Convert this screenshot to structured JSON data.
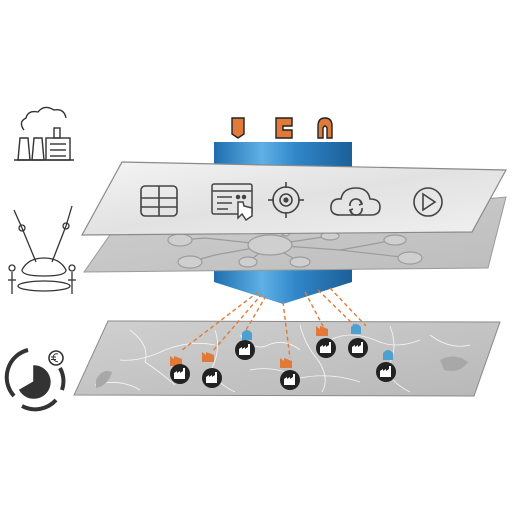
{
  "colors": {
    "accent_orange": "#e07a3a",
    "accent_blue": "#4da0d0",
    "pipe_blue": "#2f86c8",
    "panel_gray": "#d9d9d9",
    "map_gray": "#c4c4c4",
    "dark": "#222222"
  },
  "side_icons": [
    {
      "name": "factory-icon"
    },
    {
      "name": "robotic-assembly-icon"
    },
    {
      "name": "pie-chart-finance-icon"
    }
  ],
  "top_parts": [
    {
      "name": "machined-part-1-icon"
    },
    {
      "name": "machined-part-2-icon"
    },
    {
      "name": "machined-part-3-icon"
    }
  ],
  "platform_icons": [
    {
      "name": "dashboard-grid-icon"
    },
    {
      "name": "touch-interface-icon"
    },
    {
      "name": "target-icon"
    },
    {
      "name": "cloud-sync-icon"
    },
    {
      "name": "play-icon"
    }
  ],
  "network_layer": {
    "name": "network-graph-icon"
  },
  "sites": [
    {
      "name": "plant-site",
      "tag": "orange"
    },
    {
      "name": "plant-site",
      "tag": "orange"
    },
    {
      "name": "plant-site",
      "tag": "blue"
    },
    {
      "name": "plant-site",
      "tag": "orange"
    },
    {
      "name": "plant-site",
      "tag": "orange"
    },
    {
      "name": "plant-site",
      "tag": "blue"
    },
    {
      "name": "plant-site",
      "tag": "blue"
    }
  ]
}
